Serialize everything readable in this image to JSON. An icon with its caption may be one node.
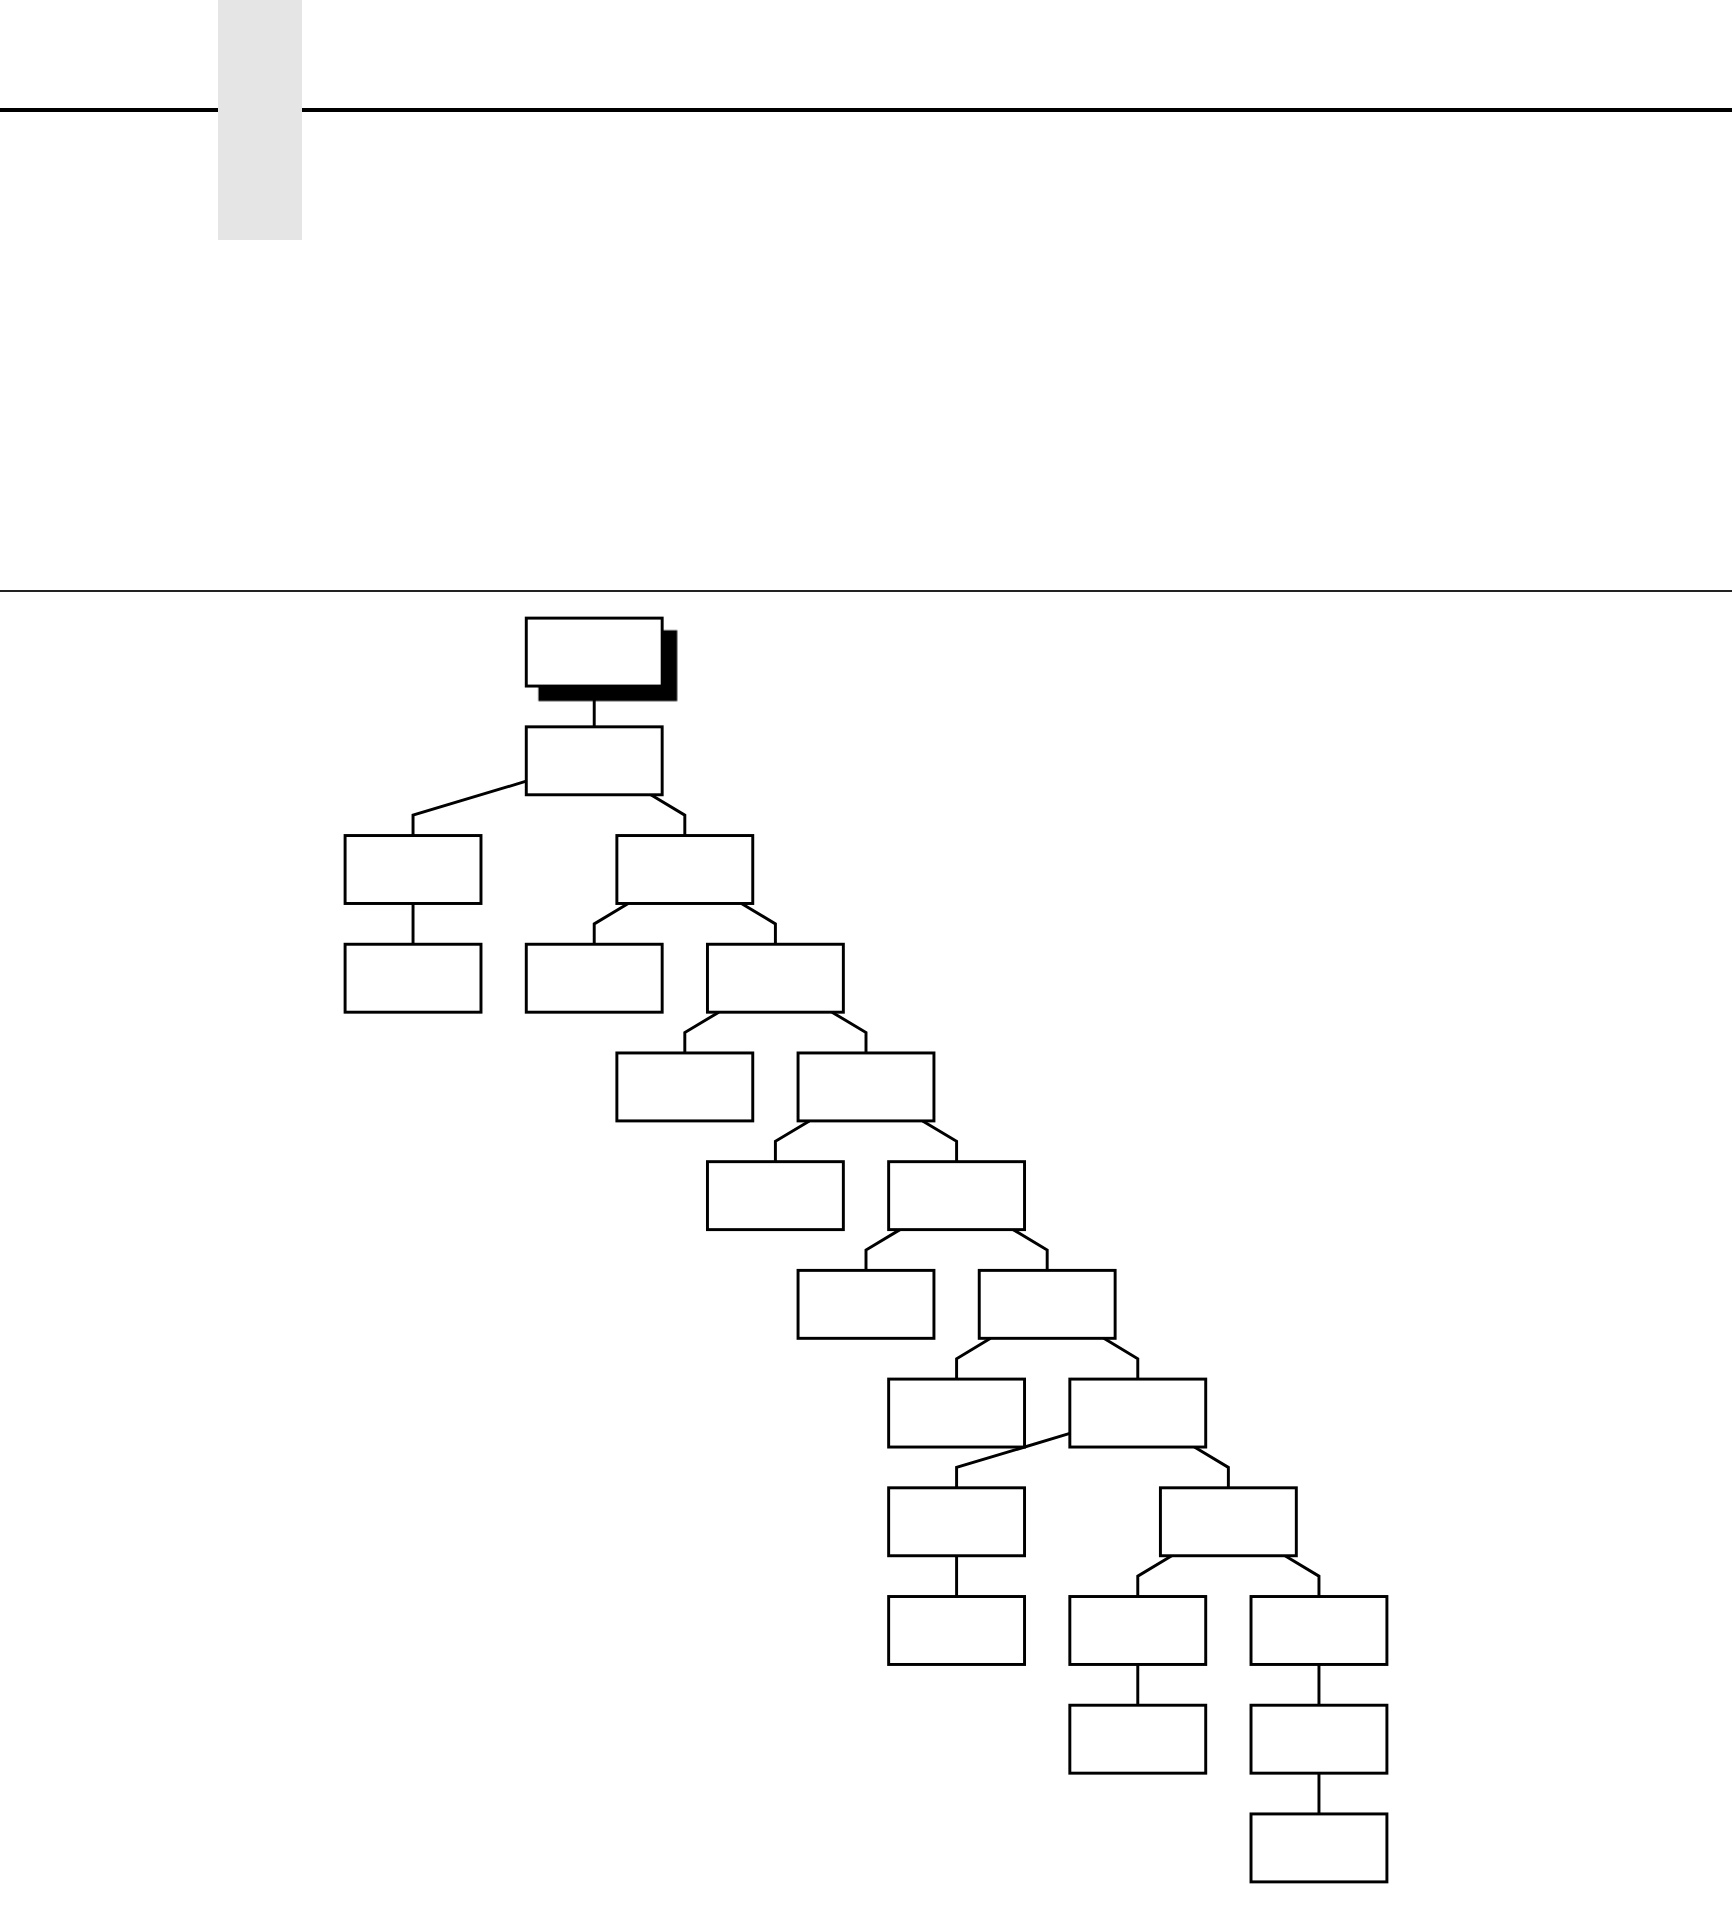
{
  "diagram": {
    "nodes": [
      {
        "text": [],
        "shape": "box"
      },
      {
        "text": [],
        "shape": "box"
      },
      {
        "text": [],
        "shape": "box"
      },
      {
        "text": [],
        "shape": "box"
      },
      {
        "text": [],
        "shape": "box"
      },
      {
        "text": [],
        "shape": "box"
      },
      {
        "text": [],
        "shape": "box"
      },
      {
        "text": [],
        "shape": "box"
      },
      {
        "text": [],
        "shape": "box"
      },
      {
        "text": [],
        "shape": "box"
      },
      {
        "text": [],
        "shape": "box"
      },
      {
        "text": [],
        "shape": "box"
      },
      {
        "text": [],
        "shape": "box"
      },
      {
        "text": [],
        "shape": "box"
      },
      {
        "text": [],
        "shape": "box"
      },
      {
        "text": [],
        "shape": "box"
      },
      {
        "text": [],
        "shape": "box"
      },
      {
        "text": [],
        "shape": "box"
      },
      {
        "text": [],
        "shape": "box"
      },
      {
        "text": [],
        "shape": "box"
      },
      {
        "text": [],
        "shape": "box"
      },
      {
        "text": [],
        "shape": "box"
      },
      {
        "text": [],
        "shape": "box"
      }
    ],
    "edges": [
      {
        "from": 0,
        "to": 1,
        "arrow": "none"
      },
      {
        "from": 1,
        "to": 2,
        "arrow": "none"
      },
      {
        "from": 2,
        "to": 3,
        "arrow": "none"
      },
      {
        "from": 1,
        "to": 4,
        "arrow": "none"
      },
      {
        "from": 4,
        "to": 5,
        "arrow": "none"
      },
      {
        "from": 4,
        "to": 6,
        "arrow": "none"
      },
      {
        "from": 6,
        "to": 7,
        "arrow": "none"
      },
      {
        "from": 6,
        "to": 8,
        "arrow": "none"
      },
      {
        "from": 8,
        "to": 9,
        "arrow": "none"
      },
      {
        "from": 8,
        "to": 10,
        "arrow": "none"
      },
      {
        "from": 10,
        "to": 11,
        "arrow": "none"
      },
      {
        "from": 10,
        "to": 12,
        "arrow": "none"
      },
      {
        "from": 12,
        "to": 13,
        "arrow": "none"
      },
      {
        "from": 12,
        "to": 14,
        "arrow": "none"
      },
      {
        "from": 14,
        "to": 15,
        "arrow": "none"
      },
      {
        "from": 15,
        "to": 16,
        "arrow": "none"
      },
      {
        "from": 14,
        "to": 17,
        "arrow": "none"
      },
      {
        "from": 17,
        "to": 18,
        "arrow": "none"
      },
      {
        "from": 18,
        "to": 19,
        "arrow": "none"
      },
      {
        "from": 17,
        "to": 20,
        "arrow": "none"
      },
      {
        "from": 20,
        "to": 21,
        "arrow": "none"
      },
      {
        "from": 21,
        "to": 22,
        "arrow": "none"
      }
    ]
  }
}
